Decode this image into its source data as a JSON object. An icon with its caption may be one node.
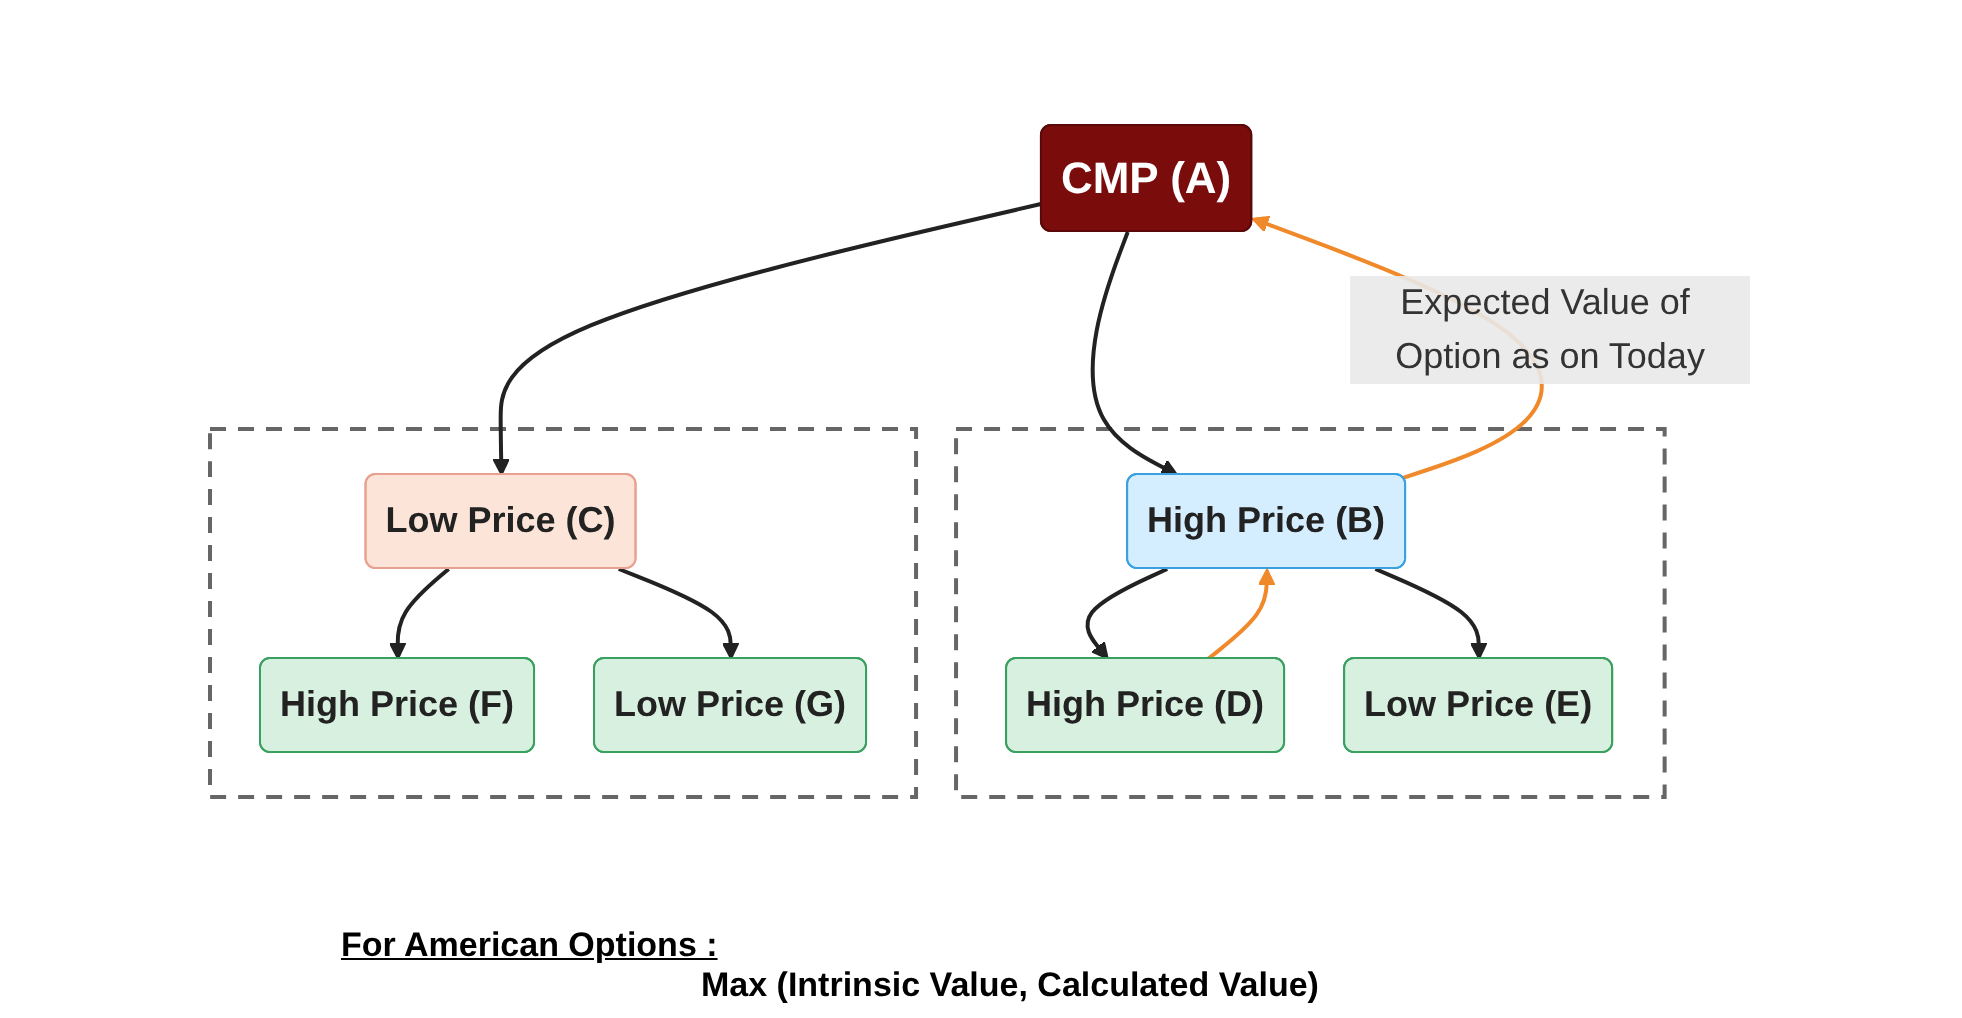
{
  "diagram": {
    "nodes": [
      {
        "text": [
          "CMP (A)"
        ]
      },
      {
        "text": [],
        "shape": "box"
      },
      {
        "text": [
          "High Price (B)"
        ],
        "in": 1
      },
      {
        "text": [
          "High Price (D)"
        ],
        "in": 1
      },
      {
        "text": [
          "Low Price (E)"
        ],
        "in": 1
      },
      {
        "text": [],
        "shape": "box"
      },
      {
        "text": [
          "Low Price (C)"
        ],
        "in": 5
      },
      {
        "text": [
          "High Price (F)"
        ],
        "in": 5
      },
      {
        "text": [
          "Low Price (G)"
        ],
        "in": 5
      }
    ],
    "edges": [
      {
        "from": 0,
        "to": 2,
        "arrow": "to"
      },
      {
        "from": 0,
        "to": 6,
        "arrow": "to"
      },
      {
        "from": 2,
        "to": 3,
        "arrow": "to"
      },
      {
        "from": 2,
        "to": 4,
        "arrow": "to"
      },
      {
        "from": 6,
        "to": 7,
        "arrow": "to"
      },
      {
        "from": 6,
        "to": 8,
        "arrow": "to"
      },
      {
        "from": 3,
        "to": 2,
        "arrow": "to",
        "color": "#f0892a"
      },
      {
        "from": 2,
        "to": 0,
        "arrow": "to",
        "label": "Expected Value of Option as on Today",
        "color": "#f0892a"
      }
    ],
    "labels": [
      "For American Options :",
      "Max (Intrinsic Value, Calculated Value)"
    ]
  }
}
